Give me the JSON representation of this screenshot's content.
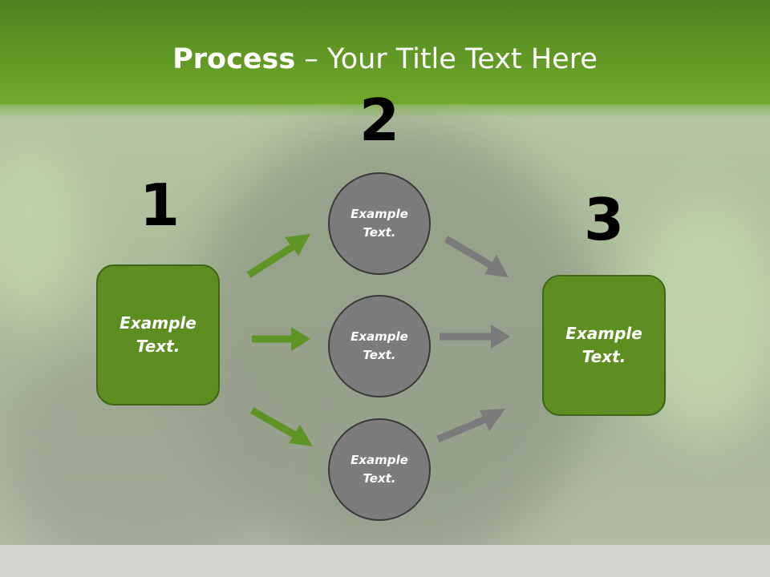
{
  "slide": {
    "title_bold": "Process",
    "title_rest": " – Your Title Text Here"
  },
  "steps": {
    "step1": {
      "number": "1",
      "label": "Example Text."
    },
    "step2": {
      "number": "2"
    },
    "step3": {
      "number": "3",
      "label": "Example Text."
    }
  },
  "nodes": [
    {
      "label": "Example Text."
    },
    {
      "label": "Example Text."
    },
    {
      "label": "Example Text."
    }
  ],
  "colors": {
    "header_green": "#5f9524",
    "box_green": "#5e8e22",
    "arrow_green": "#5f9524",
    "circle_gray": "#7c7c7c",
    "arrow_gray": "#7b7b7b"
  }
}
